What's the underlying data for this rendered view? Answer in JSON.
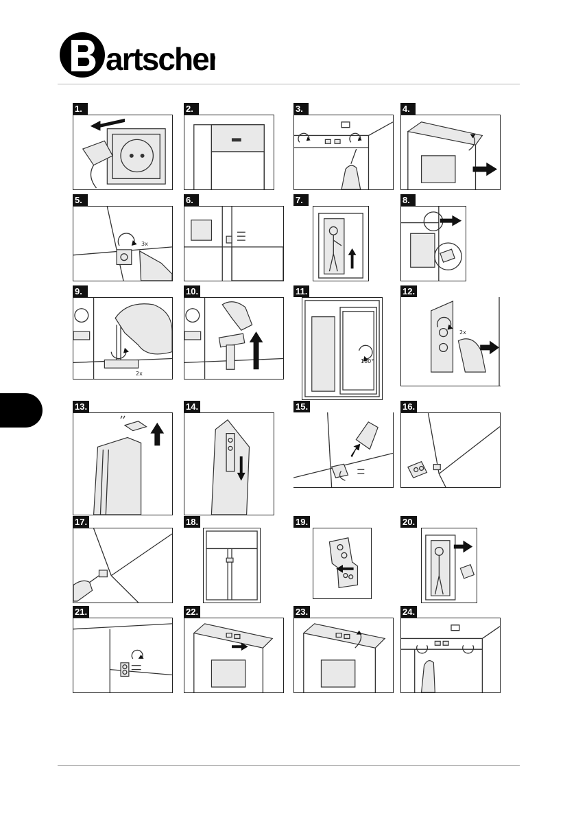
{
  "brand": {
    "name": "Bartscher"
  },
  "steps": [
    {
      "label": "1.",
      "illustration": "unplug-icon"
    },
    {
      "label": "2.",
      "illustration": "cabinet-top-icon"
    },
    {
      "label": "3.",
      "illustration": "unscrew-top-icon"
    },
    {
      "label": "4.",
      "illustration": "lift-cover-icon"
    },
    {
      "label": "5.",
      "illustration": "hinge-screws-icon",
      "note": "3x"
    },
    {
      "label": "6.",
      "illustration": "hinge-removed-icon"
    },
    {
      "label": "7.",
      "illustration": "lift-door-icon"
    },
    {
      "label": "8.",
      "illustration": "remove-cap-icon"
    },
    {
      "label": "9.",
      "illustration": "unscrew-pin-icon",
      "note": "2x"
    },
    {
      "label": "10.",
      "illustration": "pull-pin-icon"
    },
    {
      "label": "11.",
      "illustration": "rotate-door-icon",
      "note": "180°"
    },
    {
      "label": "12.",
      "illustration": "door-screws-icon",
      "note": "2x"
    },
    {
      "label": "13.",
      "illustration": "top-bracket-icon"
    },
    {
      "label": "14.",
      "illustration": "slide-bracket-icon"
    },
    {
      "label": "15.",
      "illustration": "bottom-hinge-icon"
    },
    {
      "label": "16.",
      "illustration": "hinge-mounted-icon"
    },
    {
      "label": "17.",
      "illustration": "tighten-screw-icon"
    },
    {
      "label": "18.",
      "illustration": "door-closed-icon"
    },
    {
      "label": "19.",
      "illustration": "bracket-plate-icon"
    },
    {
      "label": "20.",
      "illustration": "refit-door-icon"
    },
    {
      "label": "21.",
      "illustration": "fasten-hinge-icon"
    },
    {
      "label": "22.",
      "illustration": "slide-cover-icon"
    },
    {
      "label": "23.",
      "illustration": "lower-cover-icon"
    },
    {
      "label": "24.",
      "illustration": "screw-top-icon"
    }
  ]
}
